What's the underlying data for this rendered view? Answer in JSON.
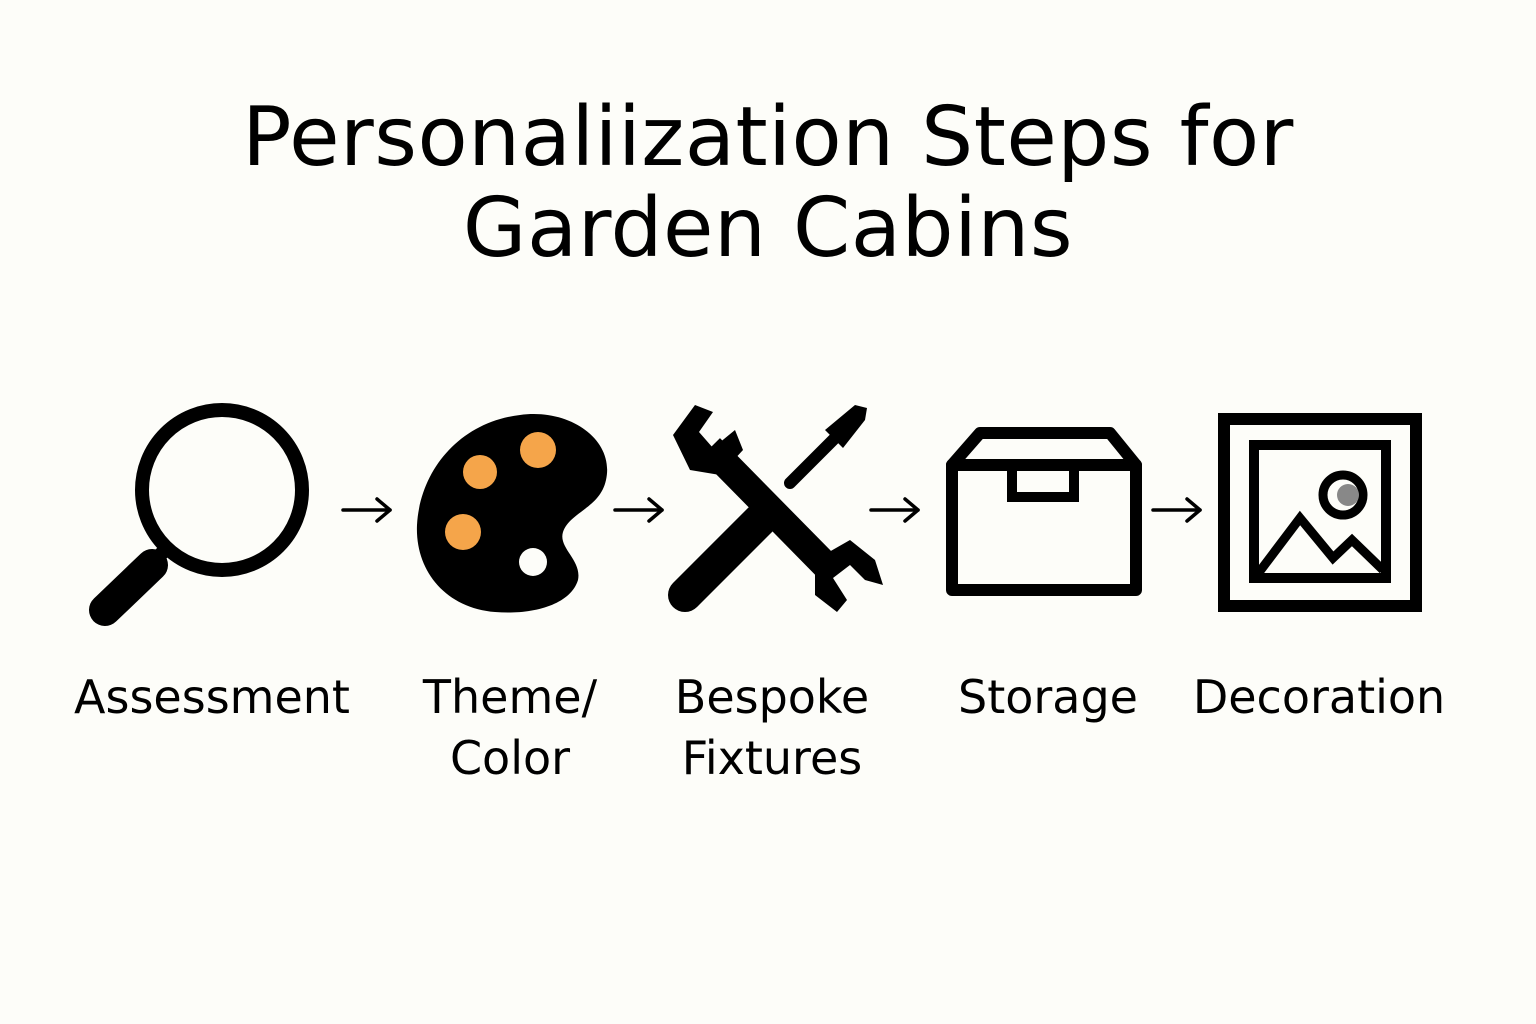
{
  "title": {
    "line1": "Personaliization Steps for",
    "line2": "Garden Cabins"
  },
  "steps": [
    {
      "label": "Assessment",
      "icon": "magnifying-glass-icon"
    },
    {
      "label": "Theme/\nColor",
      "icon": "palette-icon"
    },
    {
      "label": "Bespoke\nFixtures",
      "icon": "wrench-and-brush-icon"
    },
    {
      "label": "Storage",
      "icon": "box-icon"
    },
    {
      "label": "Decoration",
      "icon": "framed-picture-icon"
    }
  ],
  "colors": {
    "background": "#fdfdf9",
    "ink": "#000000",
    "palette_dots": "#f5a54a"
  }
}
